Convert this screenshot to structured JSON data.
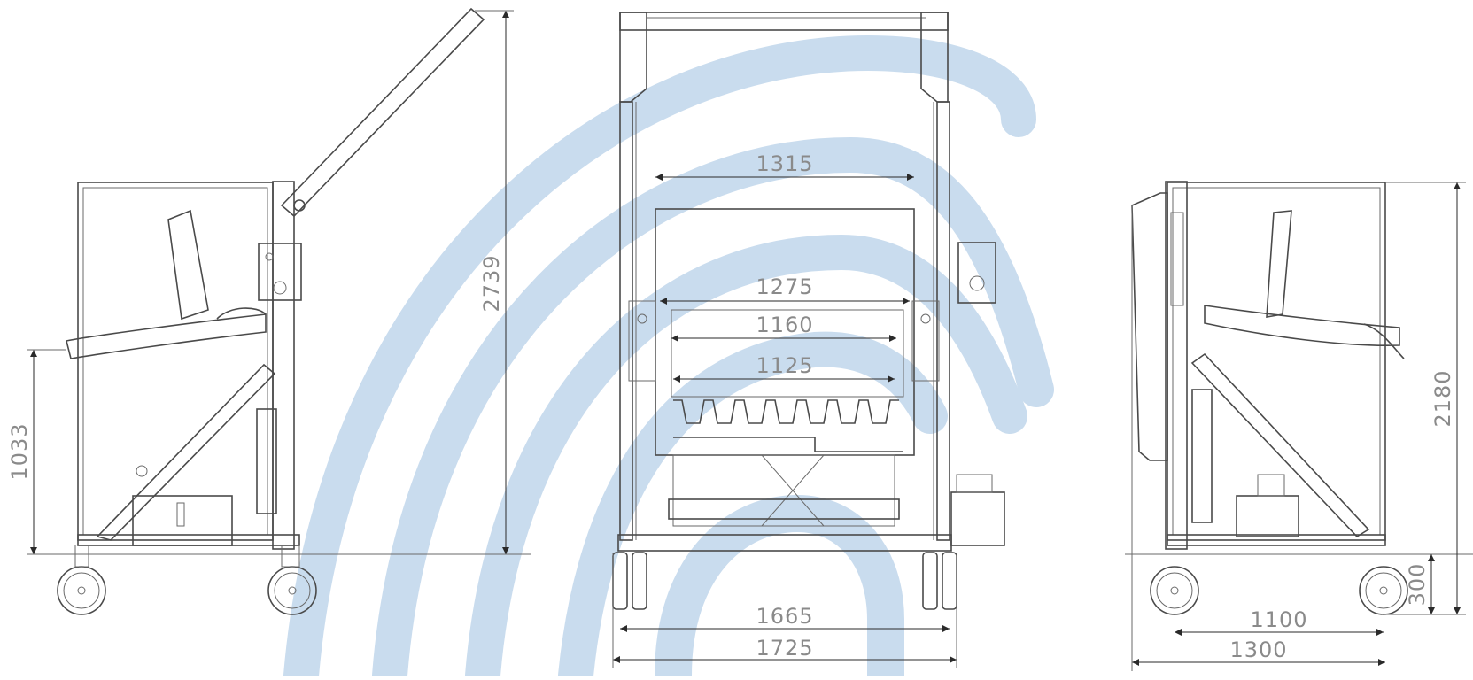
{
  "colors": {
    "watermark": "#c9dcee",
    "line": "#4a4a4a",
    "dimension_text": "#8a8a8a"
  },
  "views": {
    "side_left": {
      "overall_height": "2739",
      "pivot_height": "1033"
    },
    "front": {
      "width_top_frame": "1315",
      "width_bin_upper": "1275",
      "width_bin_mid": "1160",
      "width_bin_inner": "1125",
      "width_base_inner": "1665",
      "width_base_outer": "1725"
    },
    "side_right": {
      "frame_height": "2180",
      "base_height": "300",
      "wheelbase_inner": "1100",
      "wheelbase_outer": "1300"
    }
  }
}
